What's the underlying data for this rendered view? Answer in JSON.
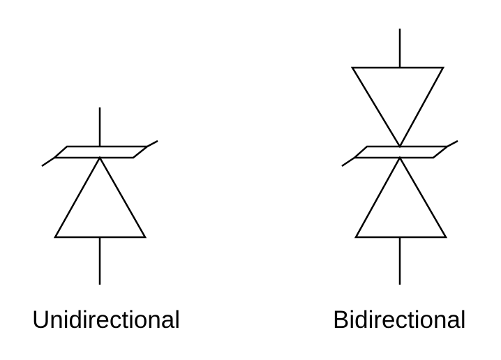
{
  "symbols": [
    {
      "id": "unidirectional",
      "label": "Unidirectional"
    },
    {
      "id": "bidirectional",
      "label": "Bidirectional"
    }
  ],
  "colors": {
    "stroke": "#000000",
    "background": "#ffffff"
  }
}
